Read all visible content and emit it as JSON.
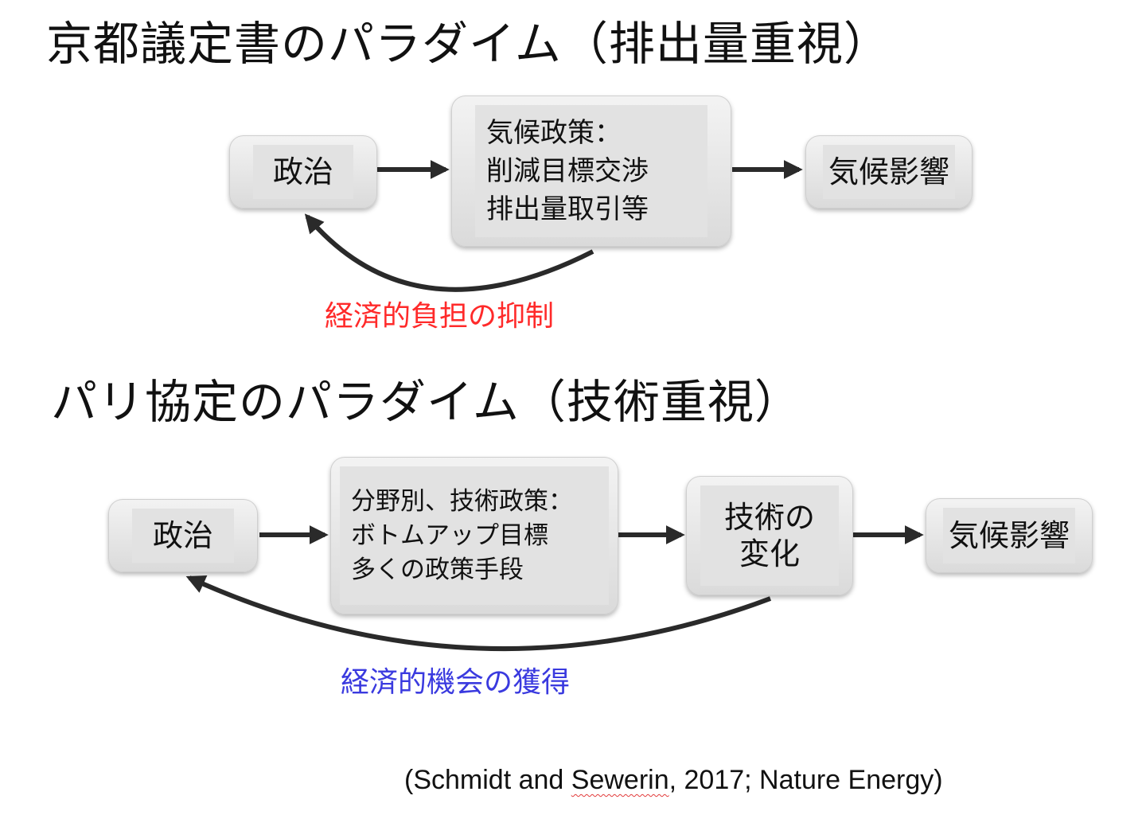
{
  "section1": {
    "title": "京都議定書のパラダイム（排出量重視）",
    "box_politics": "政治",
    "box_policy": [
      "気候政策：",
      "削減目標交渉",
      "排出量取引等"
    ],
    "box_climate": "気候影響",
    "feedback_label": "経済的負担の抑制",
    "feedback_color": "#ff2a2a"
  },
  "section2": {
    "title": "パリ協定のパラダイム（技術重視）",
    "box_politics": "政治",
    "box_policy": [
      "分野別、技術政策：",
      "ボトムアップ目標",
      "多くの政策手段"
    ],
    "box_tech": [
      "技術の",
      "変化"
    ],
    "box_climate": "気候影響",
    "feedback_label": "経済的機会の獲得",
    "feedback_color": "#3a3adf"
  },
  "citation": {
    "prefix": "(Schmidt and ",
    "author2": "Sewerin",
    "suffix": ", 2017; Nature Energy)"
  },
  "colors": {
    "box_fill": "#e2e2e2",
    "arrow": "#2a2a2a"
  }
}
